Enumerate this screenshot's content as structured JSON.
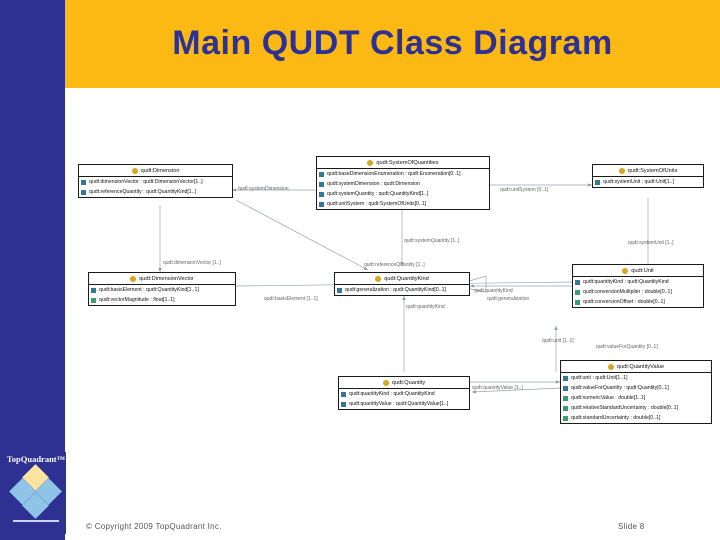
{
  "slide": {
    "title": "Main QUDT Class Diagram",
    "copyright": "© Copyright 2009 TopQuadrant Inc.",
    "slide_number": "Slide  8",
    "logo_word": "TopQuadrant™",
    "colors": {
      "band_blue": "#2e3192",
      "band_yellow": "#fcb913",
      "object_property": "#2e7a9e",
      "datatype_property": "#35a06a",
      "class_dot": "#d9a520"
    }
  },
  "diagram": {
    "classes": [
      {
        "id": "dimension",
        "name": "qudt:Dimension",
        "attrs": [
          {
            "text": "qudt:dimensionVector : qudt:DimensionVector[1..]",
            "kind": "obj"
          },
          {
            "text": "qudt:referenceQuantity : qudt:QuantityKind[1..]",
            "kind": "obj"
          }
        ]
      },
      {
        "id": "system-of-quantities",
        "name": "qudt:SystemOfQuantities",
        "attrs": [
          {
            "text": "qudt:baseDimensionEnumeration : qudt:Enumeration[0..1]",
            "kind": "obj"
          },
          {
            "text": "qudt:systemDimension : qudt:Dimension",
            "kind": "obj"
          },
          {
            "text": "qudt:systemQuantity : qudt:QuantityKind[1..]",
            "kind": "obj"
          },
          {
            "text": "qudt:unitSystem : qudt:SystemOfUnits[0..1]",
            "kind": "obj"
          }
        ]
      },
      {
        "id": "system-of-units",
        "name": "qudt:SystemOfUnits",
        "attrs": [
          {
            "text": "qudt:systemUnit : qudt:Unit[1..]",
            "kind": "obj"
          }
        ]
      },
      {
        "id": "dimension-vector",
        "name": "qudt:DimensionVector",
        "attrs": [
          {
            "text": "qudt:basisElement : qudt:QuantityKind[1..1]",
            "kind": "obj"
          },
          {
            "text": "qudt:vectorMagnitude : float[1..1]",
            "kind": "dat"
          }
        ]
      },
      {
        "id": "quantity-kind",
        "name": "qudt:QuantityKind",
        "attrs": [
          {
            "text": "qudt:generalization : qudt:QuantityKind[0..1]",
            "kind": "obj"
          }
        ]
      },
      {
        "id": "unit",
        "name": "qudt:Unit",
        "attrs": [
          {
            "text": "qudt:quantityKind : qudt:QuantityKind",
            "kind": "obj"
          },
          {
            "text": "qudt:conversionMultiplier : double[0..1]",
            "kind": "dat"
          },
          {
            "text": "qudt:conversionOffset : double[0..1]",
            "kind": "dat"
          }
        ]
      },
      {
        "id": "quantity",
        "name": "qudt:Quantity",
        "attrs": [
          {
            "text": "qudt:quantityKind : qudt:QuantityKind",
            "kind": "obj"
          },
          {
            "text": "qudt:quantityValue : qudt:QuantityValue[1..]",
            "kind": "obj"
          }
        ]
      },
      {
        "id": "quantity-value",
        "name": "qudt:QuantityValue",
        "attrs": [
          {
            "text": "qudt:unit : qudt:Unit[1..1]",
            "kind": "obj"
          },
          {
            "text": "qudt:valueForQuantity : qudt:Quantity[0..1]",
            "kind": "obj"
          },
          {
            "text": "qudt:numericValue : double[1..1]",
            "kind": "dat"
          },
          {
            "text": "qudt:relativeStandardUncertainty : double[0..1]",
            "kind": "dat"
          },
          {
            "text": "qudt:standardUncertainty : double[0..1]",
            "kind": "dat"
          }
        ]
      }
    ],
    "edge_labels": [
      {
        "id": "l-unit-system",
        "text": "qudt:unitSystem [0..1]"
      },
      {
        "id": "l-system-dimension",
        "text": "qudt:systemDimension"
      },
      {
        "id": "l-system-unit",
        "text": "qudt:systemUnit [1..]"
      },
      {
        "id": "l-dimension-vector",
        "text": "qudt:dimensionVector [1..]"
      },
      {
        "id": "l-basis-element",
        "text": "qudt:basisElement [1..1]"
      },
      {
        "id": "l-reference-quantity",
        "text": "qudt:referenceQuantity [1..]"
      },
      {
        "id": "l-generalization",
        "text": "qudt:generalization"
      },
      {
        "id": "l-quantity-kind-unit",
        "text": "qudt:quantityKind"
      },
      {
        "id": "l-quantity-kind-q",
        "text": "qudt:quantityKind"
      },
      {
        "id": "l-system-quantity",
        "text": "qudt:systemQuantity [1..]"
      },
      {
        "id": "l-quantity-value",
        "text": "qudt:quantityValue [1..]"
      },
      {
        "id": "l-value-for-quantity",
        "text": "qudt:valueForQuantity [0..1]"
      },
      {
        "id": "l-unit-qv",
        "text": "qudt:unit [1..1]"
      }
    ]
  }
}
